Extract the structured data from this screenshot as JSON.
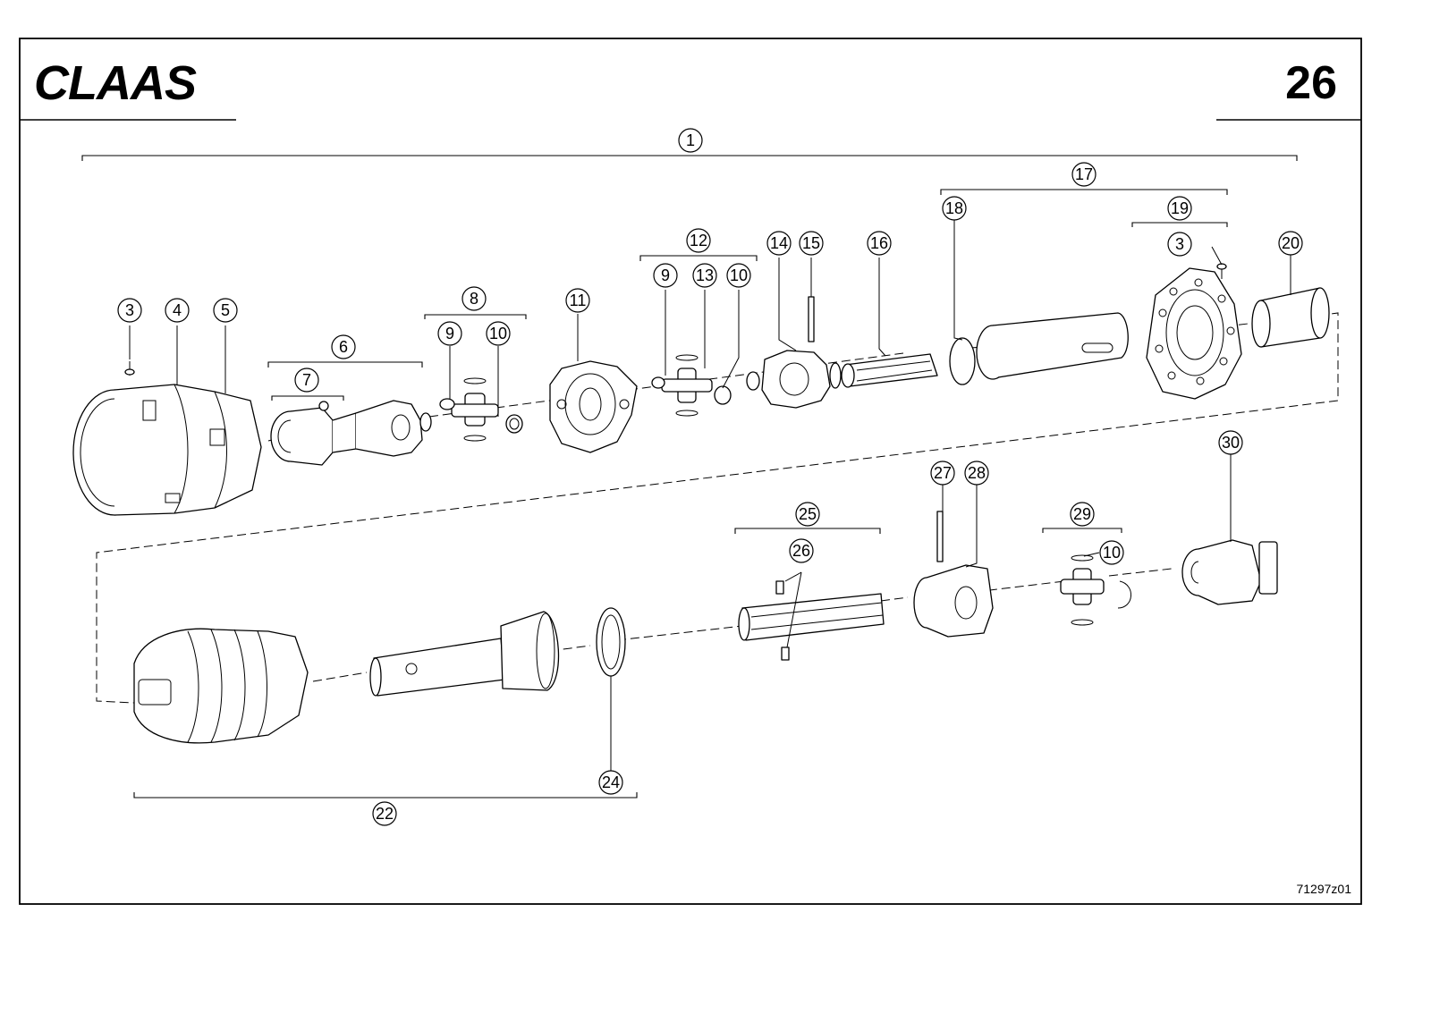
{
  "header": {
    "brand": "CLAAS",
    "page_number": "26"
  },
  "drawing_id": "71297z01",
  "callouts": [
    "1",
    "3",
    "4",
    "5",
    "6",
    "7",
    "8",
    "9",
    "10",
    "11",
    "12",
    "9",
    "13",
    "10",
    "14",
    "15",
    "16",
    "17",
    "18",
    "19",
    "3",
    "20",
    "22",
    "24",
    "25",
    "26",
    "27",
    "28",
    "29",
    "10",
    "30"
  ]
}
